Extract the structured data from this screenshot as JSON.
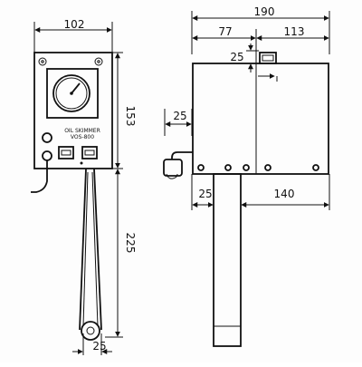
{
  "front_view": {
    "width_label": "102",
    "housing_height_label": "153",
    "belt_length_label": "225",
    "pulley_label": "25",
    "panel_text_line1": "OIL SKIMMER",
    "panel_text_line2": "VOS-800"
  },
  "side_view": {
    "total_width_label": "190",
    "left_section_label": "77",
    "right_section_label": "113",
    "top_tab_label": "25",
    "motor_offset_label": "25",
    "bottom_left_label": "25",
    "bottom_right_label": "140"
  }
}
